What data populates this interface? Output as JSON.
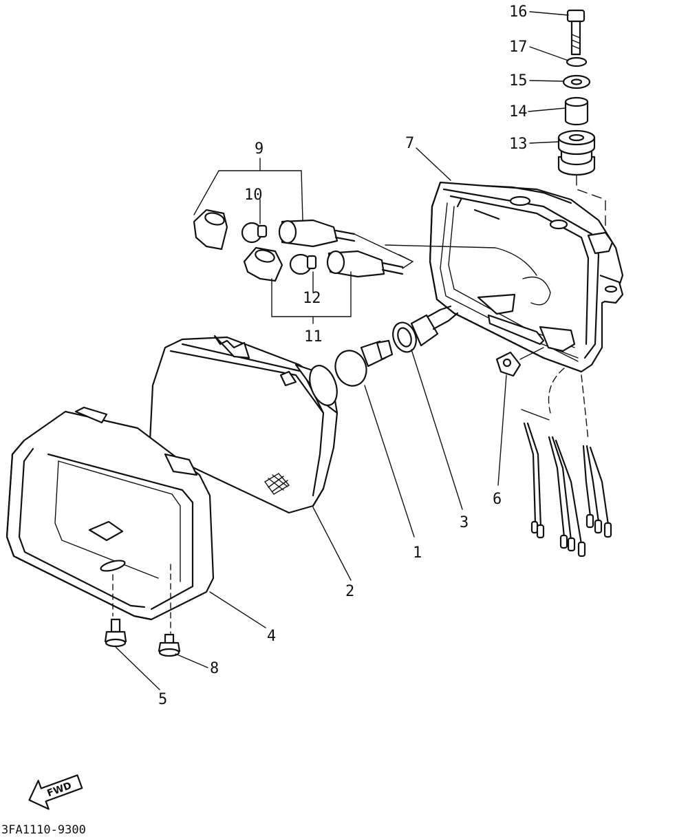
{
  "callouts": [
    {
      "id": "1",
      "text": "1"
    },
    {
      "id": "2",
      "text": "2"
    },
    {
      "id": "3",
      "text": "3"
    },
    {
      "id": "4",
      "text": "4"
    },
    {
      "id": "5",
      "text": "5"
    },
    {
      "id": "6",
      "text": "6"
    },
    {
      "id": "7",
      "text": "7"
    },
    {
      "id": "8",
      "text": "8"
    },
    {
      "id": "9",
      "text": "9"
    },
    {
      "id": "10",
      "text": "10"
    },
    {
      "id": "11",
      "text": "11"
    },
    {
      "id": "12",
      "text": "12"
    },
    {
      "id": "13",
      "text": "13"
    },
    {
      "id": "14",
      "text": "14"
    },
    {
      "id": "15",
      "text": "15"
    },
    {
      "id": "16",
      "text": "16"
    },
    {
      "id": "17",
      "text": "17"
    }
  ],
  "direction_arrow": {
    "text": "FWD"
  },
  "drawing_code": "3FA1110-9300"
}
